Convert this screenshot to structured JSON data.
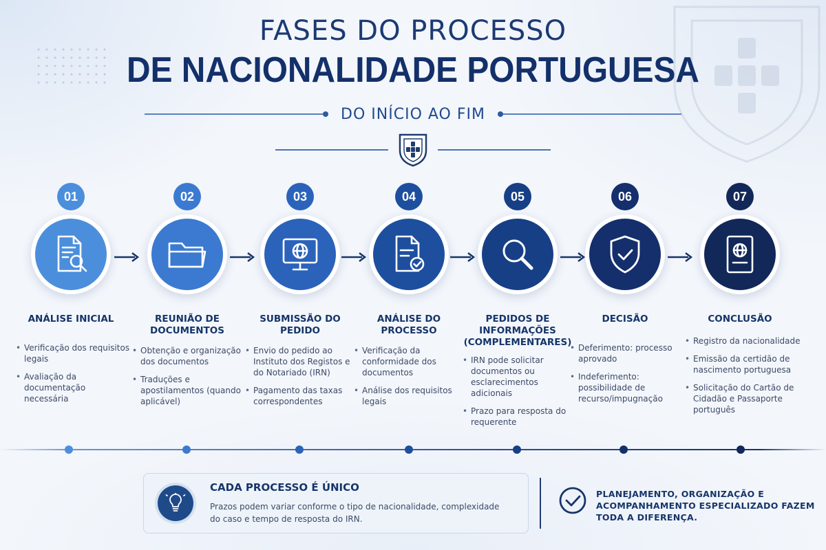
{
  "header": {
    "title_line1": "FASES DO PROCESSO",
    "title_line2": "DE NACIONALIDADE PORTUGUESA",
    "subtitle": "DO INÍCIO AO FIM"
  },
  "colors": {
    "step_gradient": [
      "#4b8fdc",
      "#3b7ad0",
      "#2b63bb",
      "#1d4f9e",
      "#173f86",
      "#142f6c",
      "#112858"
    ],
    "navy": "#163569"
  },
  "steps": [
    {
      "number": "01",
      "icon": "document-search-icon",
      "title": "ANÁLISE INICIAL",
      "bullets": [
        "Verificação dos requisitos legais",
        "Avaliação da documentação necessária"
      ]
    },
    {
      "number": "02",
      "icon": "folder-icon",
      "title": "REUNIÃO DE DOCUMENTOS",
      "bullets": [
        "Obtenção e organização dos documentos",
        "Traduções e apostilamentos (quando aplicável)"
      ]
    },
    {
      "number": "03",
      "icon": "monitor-globe-icon",
      "title": "SUBMISSÃO DO PEDIDO",
      "bullets": [
        "Envio do pedido ao Instituto dos Registos e do Notariado (IRN)",
        "Pagamento das taxas correspondentes"
      ]
    },
    {
      "number": "04",
      "icon": "document-check-icon",
      "title": "ANÁLISE DO PROCESSO",
      "bullets": [
        "Verificação da conformidade dos documentos",
        "Análise dos requisitos legais"
      ]
    },
    {
      "number": "05",
      "icon": "magnifier-icon",
      "title": "PEDIDOS DE INFORMAÇÕES (COMPLEMENTARES)",
      "bullets": [
        "IRN pode solicitar documentos ou esclarecimentos adicionais",
        "Prazo para resposta do requerente"
      ]
    },
    {
      "number": "06",
      "icon": "shield-check-icon",
      "title": "DECISÃO",
      "bullets": [
        "Deferimento: processo aprovado",
        "Indeferimento: possibilidade de recurso/impugnação"
      ]
    },
    {
      "number": "07",
      "icon": "passport-icon",
      "title": "CONCLUSÃO",
      "bullets": [
        "Registro da nacionalidade",
        "Emissão da certidão de nascimento portuguesa",
        "Solicitação do Cartão de Cidadão e Passaporte português"
      ]
    }
  ],
  "info_box": {
    "icon": "lightbulb-icon",
    "title": "CADA PROCESSO É ÚNICO",
    "description": "Prazos podem variar conforme o tipo de nacionalidade, complexidade do caso e tempo de resposta do IRN."
  },
  "closing": {
    "icon": "check-circle-icon",
    "text": "PLANEJAMENTO, ORGANIZAÇÃO E ACOMPANHAMENTO ESPECIALIZADO FAZEM TODA A DIFERENÇA."
  }
}
